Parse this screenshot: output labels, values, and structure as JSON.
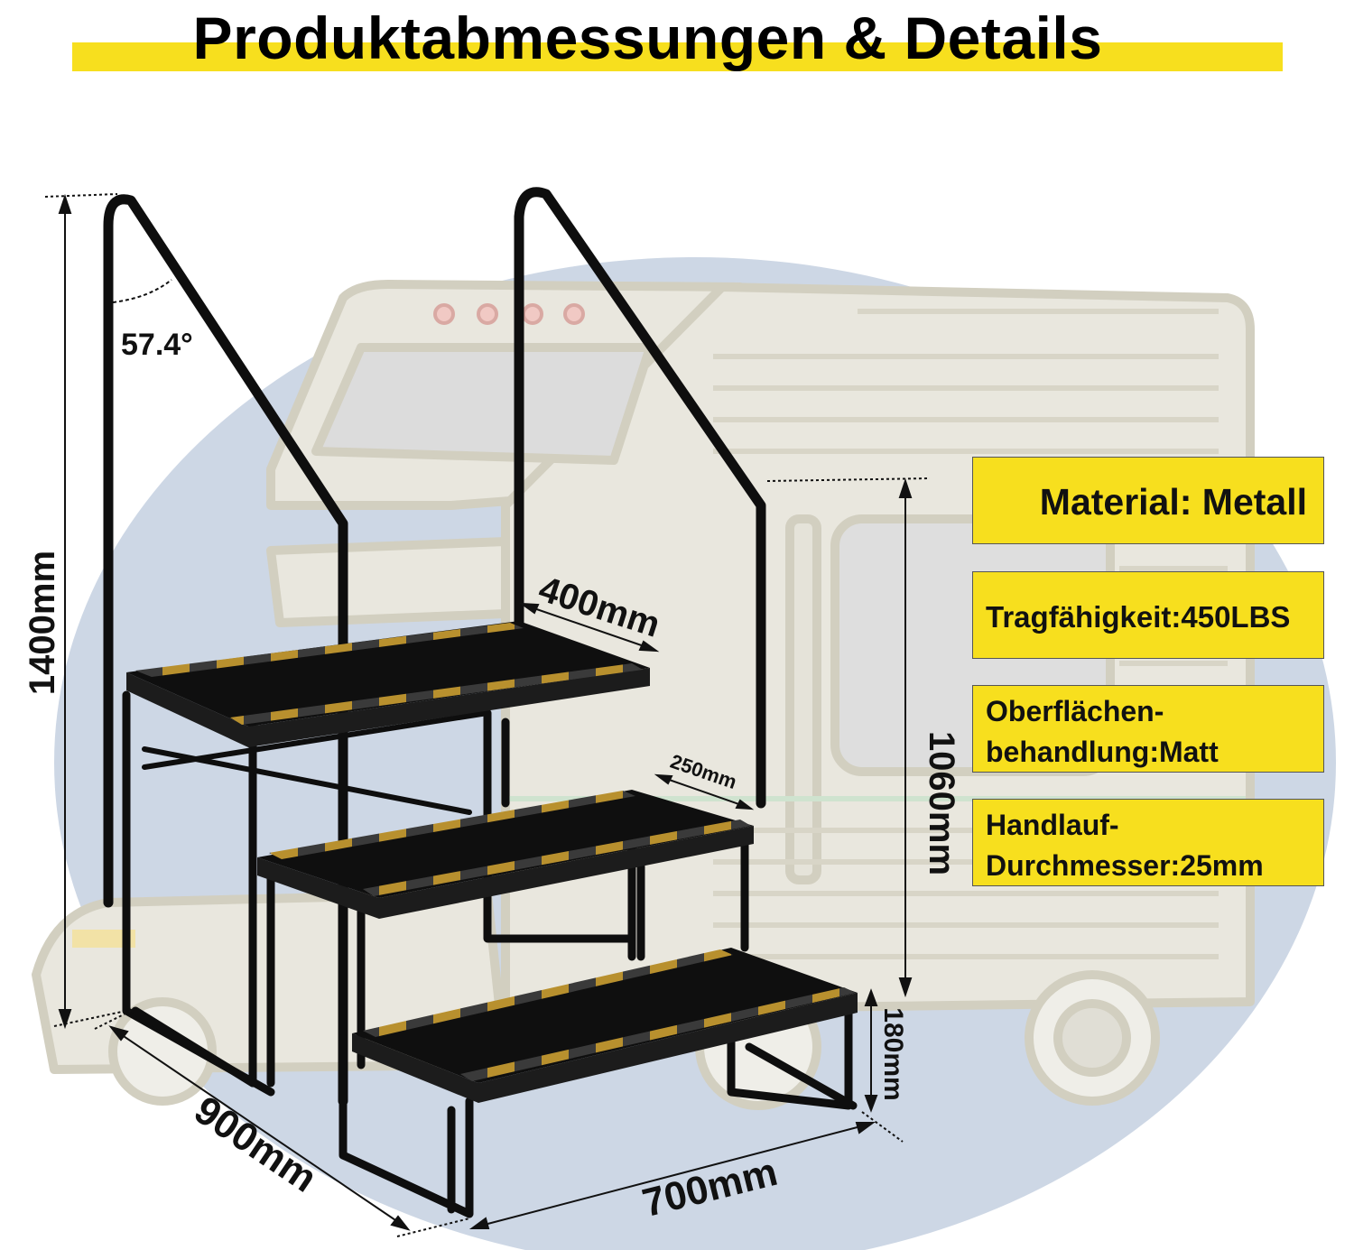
{
  "title": "Produktabmessungen & Details",
  "dimensions": {
    "total_height": "1400mm",
    "handrail_angle": "57.4°",
    "top_step_depth": "400mm",
    "step_depth": "250mm",
    "platform_height": "1060mm",
    "step_height": "180mm",
    "length": "900mm",
    "width": "700mm"
  },
  "specs": {
    "material": "Material: Metall",
    "load_capacity": "Tragfähigkeit:450LBS",
    "surface_line1": "Oberflächen-",
    "surface_line2": "behandlung:Matt",
    "handrail_line1": "Handlauf-",
    "handrail_line2": "Durchmesser:25mm"
  },
  "colors": {
    "accent_yellow": "#f7df1e",
    "stair_black": "#0e0e0e",
    "rv_outline": "#d9d6c8",
    "background_circle": "#cfd8e6"
  }
}
